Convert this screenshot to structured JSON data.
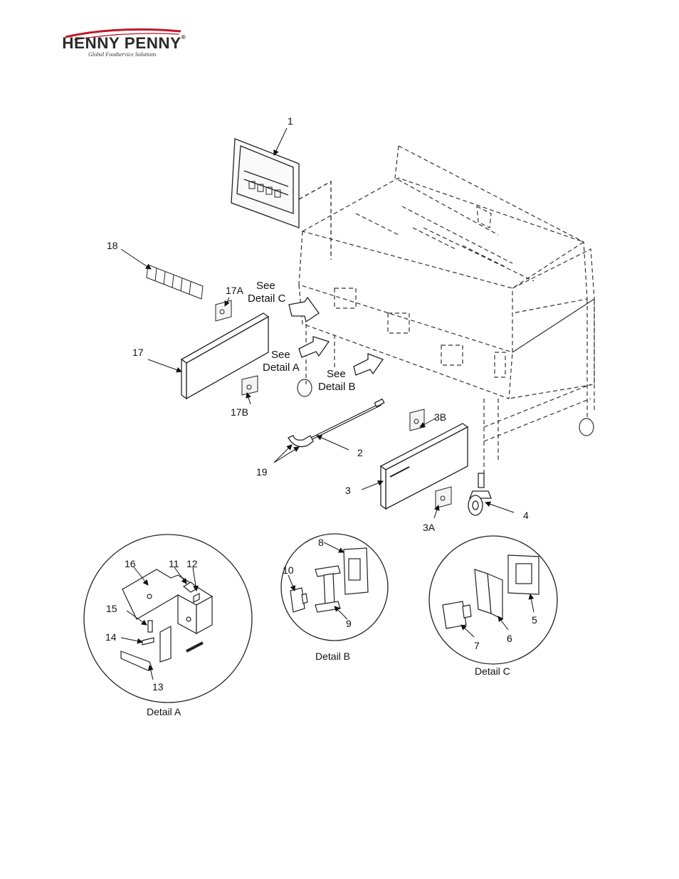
{
  "logo": {
    "brand": "HENNY PENNY",
    "registered": "®",
    "tagline": "Global Foodservice Solutions"
  },
  "part_labels": {
    "p1": "1",
    "p2": "2",
    "p3": "3",
    "p3a": "3A",
    "p3b": "3B",
    "p4": "4",
    "p5": "5",
    "p6": "6",
    "p7": "7",
    "p8": "8",
    "p9": "9",
    "p10": "10",
    "p11": "11",
    "p12": "12",
    "p13": "13",
    "p14": "14",
    "p15": "15",
    "p16": "16",
    "p17": "17",
    "p17a": "17A",
    "p17b": "17B",
    "p18": "18",
    "p19": "19"
  },
  "callouts": {
    "see_c_1": "See",
    "see_c_2": "Detail C",
    "see_a_1": "See",
    "see_a_2": "Detail A",
    "see_b_1": "See",
    "see_b_2": "Detail B"
  },
  "detail_captions": {
    "a": "Detail A",
    "b": "Detail B",
    "c": "Detail C"
  }
}
